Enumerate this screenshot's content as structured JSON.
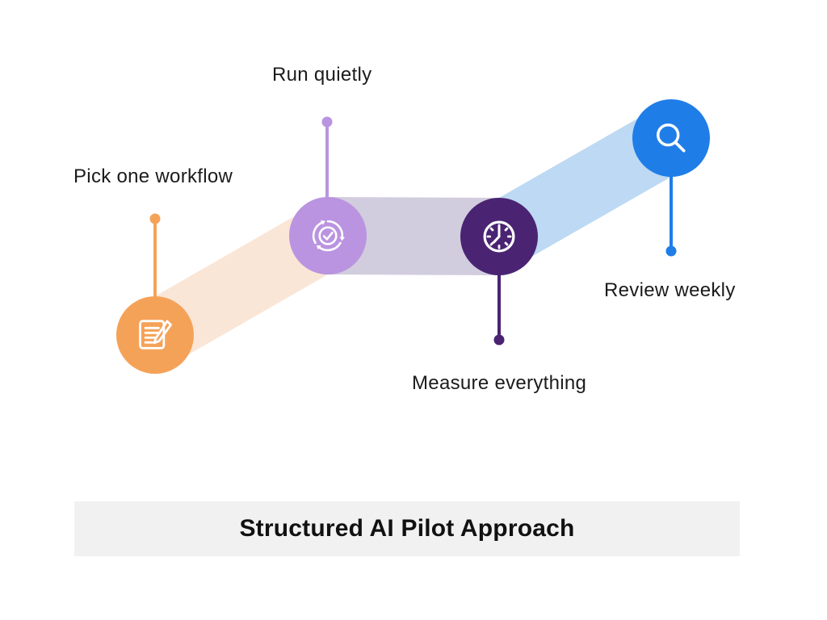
{
  "title": {
    "text": "Structured AI Pilot Approach",
    "bar_color": "#f1f1f1",
    "text_color": "#111111"
  },
  "label_text_color": "#1b1b1b",
  "steps": [
    {
      "label": "Pick one workflow",
      "circle_color": "#F5A259",
      "icon": "note-pencil-icon"
    },
    {
      "label": "Run quietly",
      "circle_color": "#BA94E0",
      "icon": "cycle-check-icon"
    },
    {
      "label": "Measure everything",
      "circle_color": "#4A2472",
      "icon": "clock-icon"
    },
    {
      "label": "Review weekly",
      "circle_color": "#1F7DE8",
      "icon": "search-icon"
    }
  ],
  "ribbon": {
    "segments": [
      {
        "from": "Pick one workflow",
        "to": "Run quietly",
        "color": "#FAE6D7"
      },
      {
        "from": "Run quietly",
        "to": "Measure everything",
        "color": "#D2CDDE"
      },
      {
        "from": "Measure everything",
        "to": "Review weekly",
        "color": "#BDD9F3"
      }
    ]
  }
}
